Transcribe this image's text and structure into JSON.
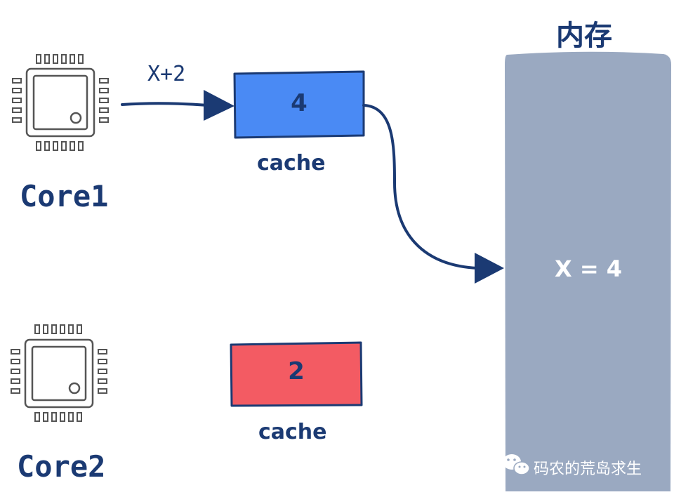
{
  "cores": [
    {
      "label": "Core1",
      "cache_label": "cache",
      "cache_value": "4",
      "cache_color": "#4a8af4"
    },
    {
      "label": "Core2",
      "cache_label": "cache",
      "cache_value": "2",
      "cache_color": "#f35b63"
    }
  ],
  "write_arrow_label": "X+2",
  "memory": {
    "title": "内存",
    "value": "X = 4",
    "color": "#9aa9c1"
  },
  "watermark": "码农的荒岛求生",
  "colors": {
    "ink": "#1b3a73",
    "chip": "#555555"
  },
  "icons": [
    "chip-icon",
    "wechat-icon"
  ]
}
